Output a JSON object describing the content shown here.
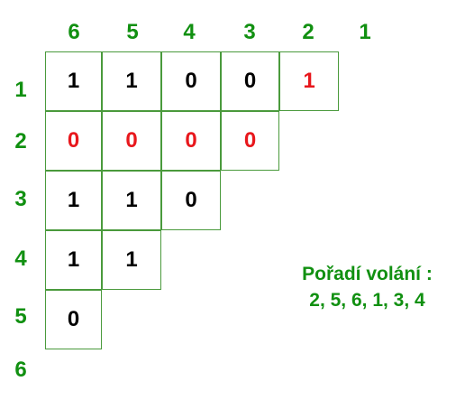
{
  "colors": {
    "label": "#119011",
    "value": "#000000",
    "highlight": "#e8171c",
    "grid": "#4a9a3c"
  },
  "column_labels": [
    "6",
    "5",
    "4",
    "3",
    "2",
    "1"
  ],
  "row_labels": [
    "1",
    "2",
    "3",
    "4",
    "5",
    "6"
  ],
  "rows": [
    [
      {
        "v": "1",
        "h": false
      },
      {
        "v": "1",
        "h": false
      },
      {
        "v": "0",
        "h": false
      },
      {
        "v": "0",
        "h": false
      },
      {
        "v": "1",
        "h": true
      }
    ],
    [
      {
        "v": "0",
        "h": true
      },
      {
        "v": "0",
        "h": true
      },
      {
        "v": "0",
        "h": true
      },
      {
        "v": "0",
        "h": true
      }
    ],
    [
      {
        "v": "1",
        "h": false
      },
      {
        "v": "1",
        "h": false
      },
      {
        "v": "0",
        "h": false
      }
    ],
    [
      {
        "v": "1",
        "h": false
      },
      {
        "v": "1",
        "h": false
      }
    ],
    [
      {
        "v": "0",
        "h": false
      }
    ]
  ],
  "note": {
    "line1": "Pořadí volání :",
    "line2": "2, 5, 6, 1, 3, 4"
  }
}
